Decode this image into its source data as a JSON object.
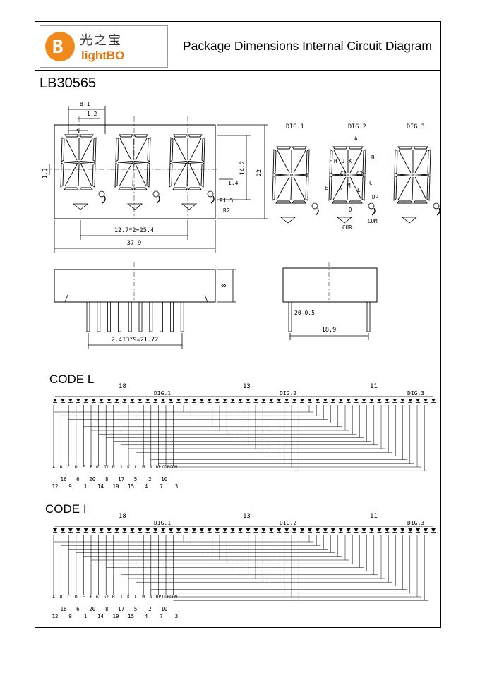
{
  "header": {
    "logo_cn": "光之宝",
    "logo_en": "lightBO",
    "title": "Package Dimensions Internal Circuit Diagram"
  },
  "model": "LB30565",
  "front_view": {
    "dims": [
      "8.1",
      "1.2",
      "5",
      "1.6",
      "14.2",
      "22",
      "1.4",
      "R1.5",
      "R2",
      "12.7*2=25.4",
      "37.9"
    ]
  },
  "digit_view": {
    "labels": [
      "DIG.1",
      "DIG.2",
      "DIG.3"
    ],
    "segments": [
      "A",
      "F",
      "H",
      "J",
      "K",
      "B",
      "G1",
      "G2",
      "E",
      "N",
      "M",
      "L",
      "C",
      "D",
      "DP",
      "CUR",
      "COM"
    ]
  },
  "side_view": {
    "dims": [
      "8",
      "2.413*9=21.72"
    ]
  },
  "end_view": {
    "dims": [
      "20-0.5",
      "18.9"
    ]
  },
  "circuits": [
    {
      "label": "CODE L",
      "pin_markers": [
        "18",
        "13",
        "11"
      ],
      "digits": [
        "DIG.1",
        "DIG.2",
        "DIG.3"
      ],
      "seg_labels": [
        "A",
        "B",
        "C",
        "D",
        "E",
        "F",
        "G1",
        "G2",
        "H",
        "J",
        "K",
        "L",
        "M",
        "N",
        "DP",
        "CUR",
        "COM"
      ],
      "pins_upper": [
        "16",
        "6",
        "20",
        "8",
        "17",
        "5",
        "2",
        "10"
      ],
      "pins_lower": [
        "12",
        "9",
        "1",
        "14",
        "19",
        "15",
        "4",
        "7",
        "3"
      ]
    },
    {
      "label": "CODE I",
      "pin_markers": [
        "18",
        "13",
        "11"
      ],
      "digits": [
        "DIG.1",
        "DIG.2",
        "DIG.3"
      ],
      "seg_labels": [
        "A",
        "B",
        "C",
        "D",
        "E",
        "F",
        "G1",
        "G2",
        "H",
        "J",
        "K",
        "L",
        "M",
        "N",
        "DP",
        "CUR",
        "COM"
      ],
      "pins_upper": [
        "16",
        "6",
        "20",
        "8",
        "17",
        "5",
        "2",
        "10"
      ],
      "pins_lower": [
        "12",
        "9",
        "1",
        "14",
        "19",
        "15",
        "4",
        "7",
        "3"
      ]
    }
  ]
}
